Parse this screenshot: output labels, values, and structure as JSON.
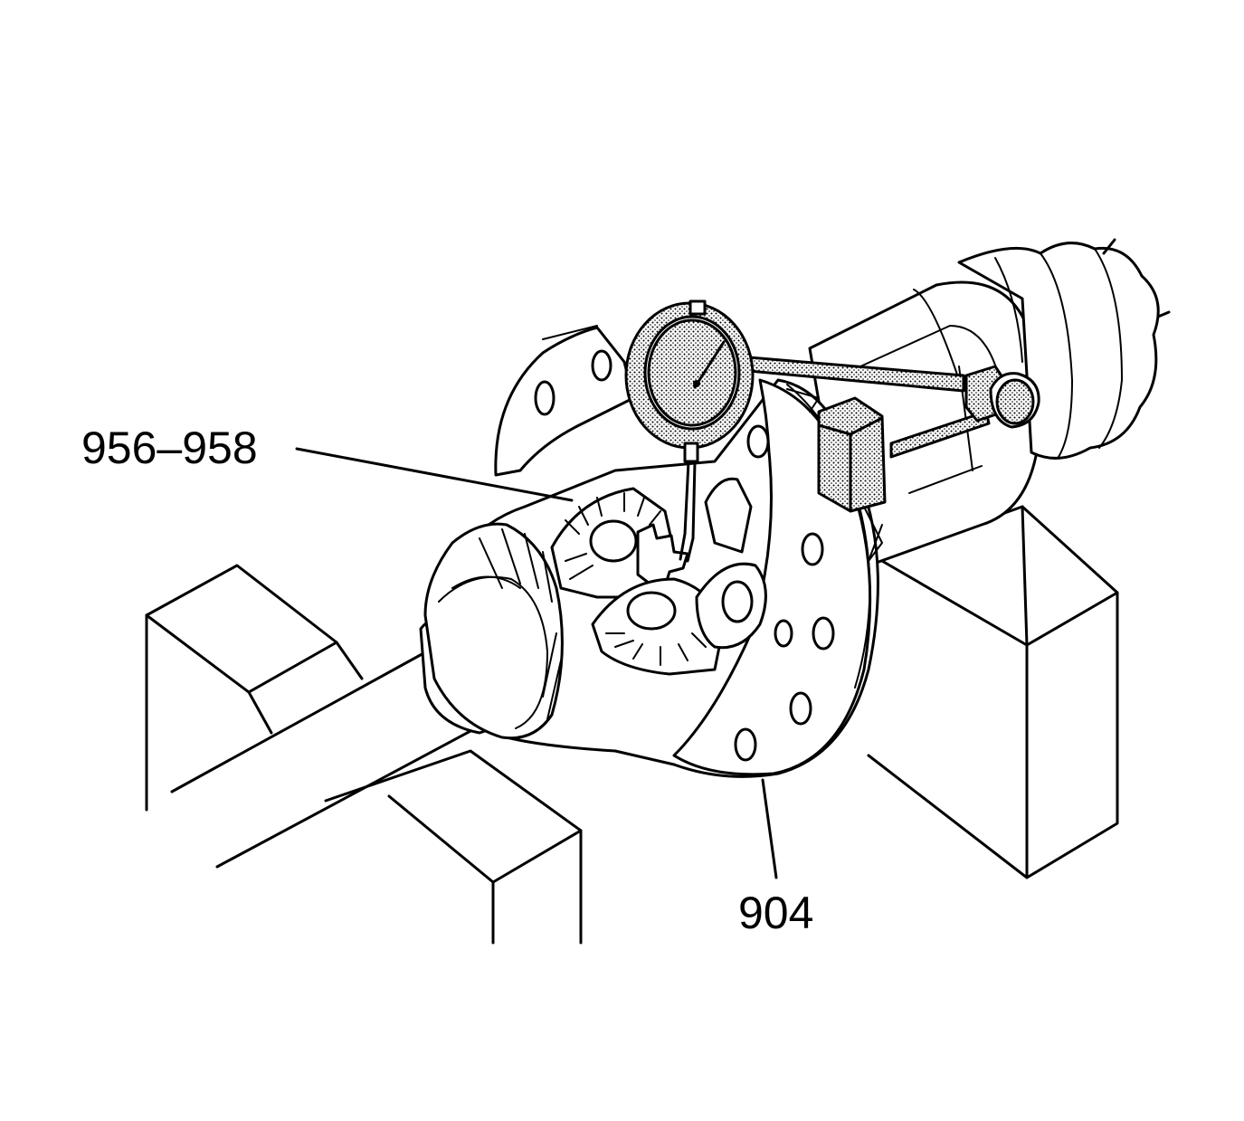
{
  "callouts": [
    {
      "id": "differential-gears",
      "text": "956–958"
    },
    {
      "id": "differential-case",
      "text": "904"
    }
  ]
}
